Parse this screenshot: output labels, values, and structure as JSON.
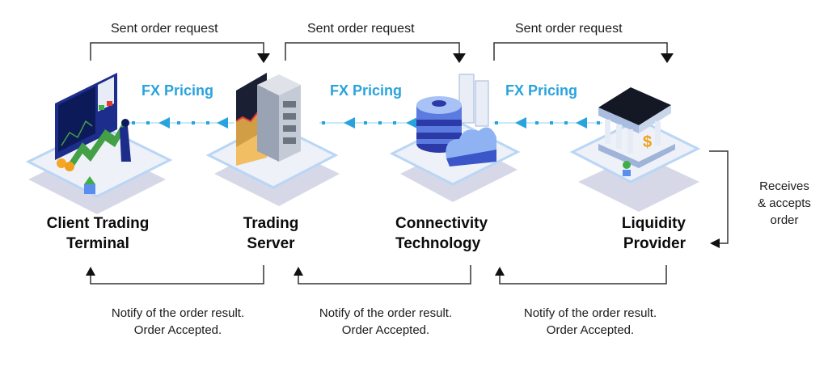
{
  "diagram": {
    "request_arrows": [
      {
        "label": "Sent order request",
        "from": "Client Trading Terminal",
        "to": "Trading Server"
      },
      {
        "label": "Sent order request",
        "from": "Trading Server",
        "to": "Connectivity Technology"
      },
      {
        "label": "Sent order request",
        "from": "Connectivity Technology",
        "to": "Liquidity Provider"
      }
    ],
    "pricing_flows": [
      {
        "label": "FX Pricing",
        "from": "Trading Server",
        "to": "Client Trading Terminal"
      },
      {
        "label": "FX Pricing",
        "from": "Connectivity Technology",
        "to": "Trading Server"
      },
      {
        "label": "FX Pricing",
        "from": "Liquidity Provider",
        "to": "Connectivity Technology"
      }
    ],
    "nodes": [
      {
        "line1": "Client Trading",
        "line2": "Terminal",
        "icon": "trading-terminal-icon"
      },
      {
        "line1": "Trading",
        "line2": "Server",
        "icon": "server-icon"
      },
      {
        "line1": "Connectivity",
        "line2": "Technology",
        "icon": "database-cloud-icon"
      },
      {
        "line1": "Liquidity",
        "line2": "Provider",
        "icon": "bank-icon"
      }
    ],
    "receives": {
      "line1": "Receives",
      "line2": "& accepts",
      "line3": "order"
    },
    "notify_arrows": [
      {
        "line1": "Notify of the order result.",
        "line2": "Order Accepted."
      },
      {
        "line1": "Notify of the order result.",
        "line2": "Order Accepted."
      },
      {
        "line1": "Notify of the order result.",
        "line2": "Order Accepted."
      }
    ],
    "colors": {
      "pricing_blue": "#29a3dd",
      "line": "#333333",
      "platform": "#eef1f8",
      "platform_edge": "#b9d6f5",
      "shadow": "#d6d8e8"
    }
  }
}
